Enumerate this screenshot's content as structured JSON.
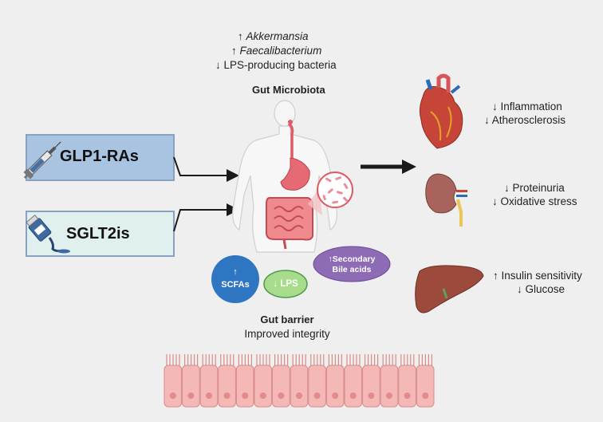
{
  "microbiota": {
    "line1_arrow": "↑",
    "line1_name": "Akkermansia",
    "line2_arrow": "↑",
    "line2_name": "Faecalibacterium",
    "line3": "↓ LPS-producing bacteria",
    "title": "Gut Microbiota"
  },
  "drugs": [
    {
      "label": "GLP1-RAs",
      "icon": "syringe-icon"
    },
    {
      "label": "SGLT2is",
      "icon": "pill-bottle-icon"
    }
  ],
  "metabolites": {
    "scfa_arrow": "↑",
    "scfa_label": "SCFAs",
    "lps_label": "↓ LPS",
    "bile_line1": "↑Secondary",
    "bile_line2": "Bile acids"
  },
  "barrier": {
    "title": "Gut barrier",
    "subtitle": "Improved integrity"
  },
  "organs": {
    "heart": {
      "effect1": "↓ Inflammation",
      "effect2": "↓ Atherosclerosis"
    },
    "kidney": {
      "effect1": "↓ Proteinuria",
      "effect2": "↓ Oxidative stress"
    },
    "liver": {
      "effect1": "↑ Insulin sensitivity",
      "effect2": "↓ Glucose"
    }
  },
  "colors": {
    "glp_box": "#a9c4e0",
    "sglt_box": "#dff0ee",
    "scfa": "#2f76c2",
    "lps": "#a6dc8c",
    "bile": "#8d6bb5"
  }
}
